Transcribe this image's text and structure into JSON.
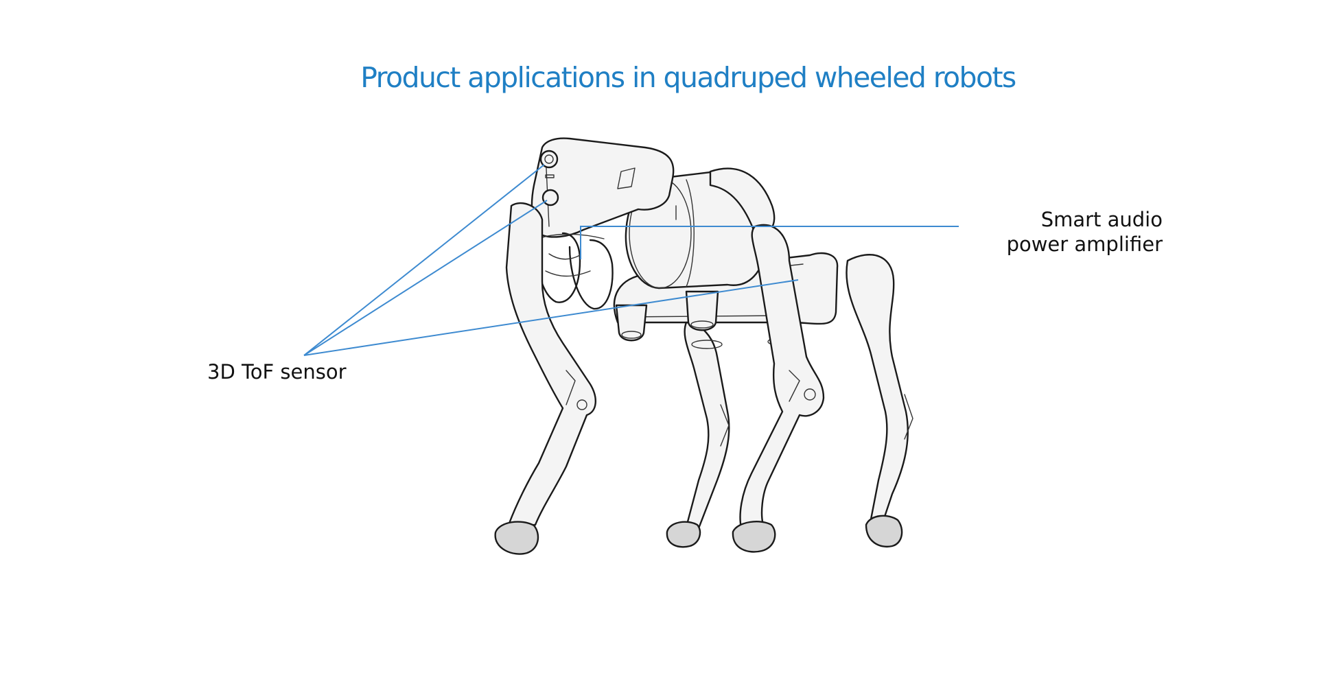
{
  "title": "Product applications in quadruped wheeled robots",
  "callouts": {
    "tof_sensor": "3D ToF sensor",
    "audio_line1": "Smart audio",
    "audio_line2": "power amplifier"
  },
  "colors": {
    "title": "#1f7fc4",
    "callout_line": "#3d8ad0",
    "label_text": "#111111"
  }
}
